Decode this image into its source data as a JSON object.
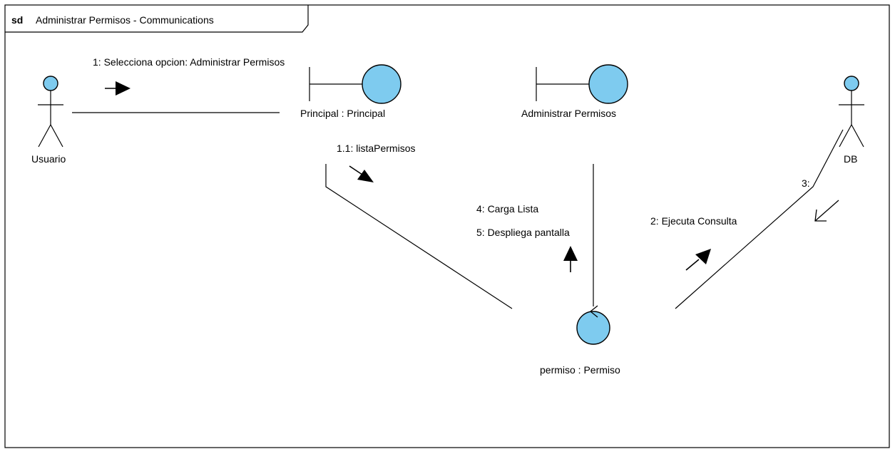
{
  "frame": {
    "keyword": "sd",
    "title": "Administrar Permisos - Communications"
  },
  "colors": {
    "fill": "#7ecbef",
    "line": "#000000",
    "background": "#ffffff"
  },
  "objects": {
    "usuario": {
      "label": "Usuario",
      "kind": "actor"
    },
    "principal": {
      "label": "Principal : Principal",
      "kind": "boundary"
    },
    "administrar": {
      "label": "Administrar Permisos",
      "kind": "boundary"
    },
    "permiso": {
      "label": "permiso : Permiso",
      "kind": "entity"
    },
    "db": {
      "label": "DB",
      "kind": "actor"
    }
  },
  "messages": {
    "m1": "1: Selecciona opcion: Administrar  Permisos",
    "m11": "1.1: listaPermisos",
    "m4": "4: Carga Lista",
    "m5": "5: Despliega pantalla",
    "m2": "2: Ejecuta Consulta",
    "m3": "3:"
  }
}
